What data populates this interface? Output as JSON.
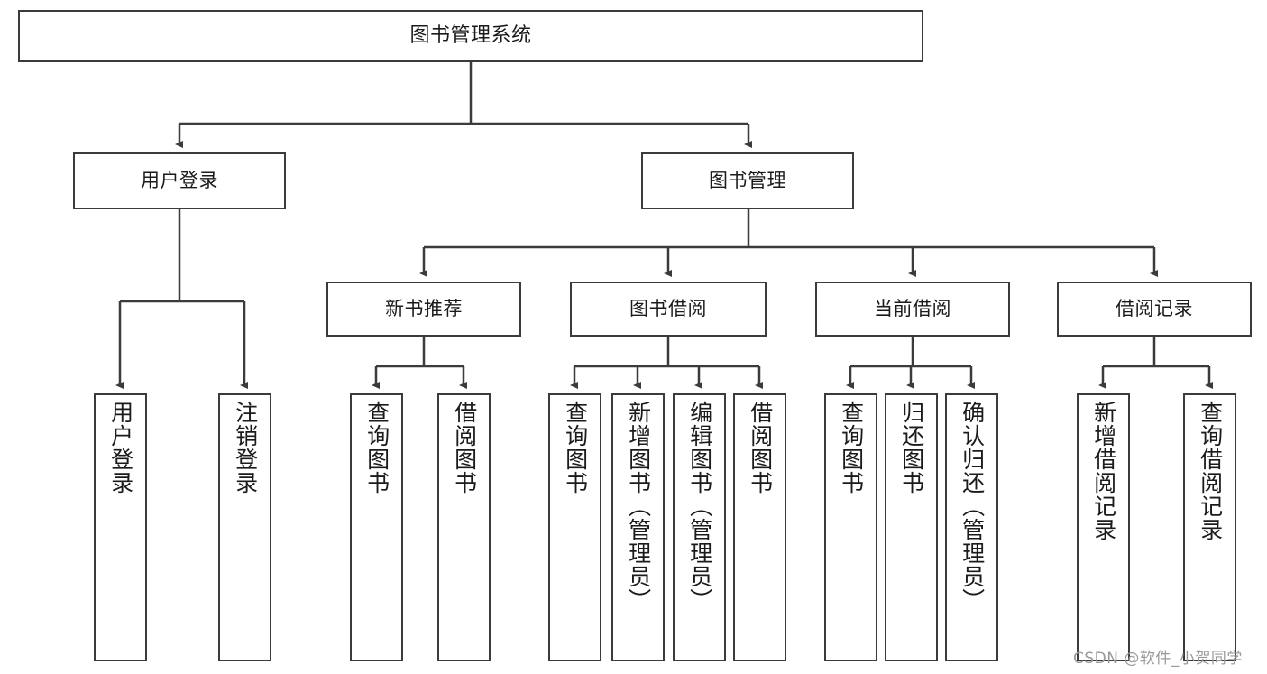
{
  "diagram": {
    "title": "图书管理系统",
    "type": "tree",
    "watermark": "CSDN @软件_小贺同学",
    "colors": {
      "box_border": "#3b3b3b",
      "box_fill": "#ffffff",
      "edge": "#3b3b3b",
      "text": "#1b1b1b",
      "watermark": "#9a9a9a"
    },
    "nodes": {
      "root": {
        "label": "图书管理系统",
        "level": 1,
        "orientation": "horizontal"
      },
      "l2": [
        {
          "id": "user-login",
          "label": "用户登录",
          "level": 2,
          "orientation": "horizontal"
        },
        {
          "id": "book-manage",
          "label": "图书管理",
          "level": 2,
          "orientation": "horizontal"
        }
      ],
      "l3": [
        {
          "id": "new-book-rec",
          "label": "新书推荐",
          "level": 3,
          "orientation": "horizontal"
        },
        {
          "id": "book-borrow",
          "label": "图书借阅",
          "level": 3,
          "orientation": "horizontal"
        },
        {
          "id": "current-borrow",
          "label": "当前借阅",
          "level": 3,
          "orientation": "horizontal"
        },
        {
          "id": "borrow-record",
          "label": "借阅记录",
          "level": 3,
          "orientation": "horizontal"
        }
      ],
      "leaves": [
        {
          "id": "leaf-user-login",
          "label": "用户登录",
          "parent": "user-login",
          "orientation": "vertical"
        },
        {
          "id": "leaf-user-logout",
          "label": "注销登录",
          "parent": "user-login",
          "orientation": "vertical"
        },
        {
          "id": "leaf-query-book-1",
          "label": "查询图书",
          "parent": "new-book-rec",
          "orientation": "vertical"
        },
        {
          "id": "leaf-borrow-book-1",
          "label": "借阅图书",
          "parent": "new-book-rec",
          "orientation": "vertical"
        },
        {
          "id": "leaf-query-book-2",
          "label": "查询图书",
          "parent": "book-borrow",
          "orientation": "vertical"
        },
        {
          "id": "leaf-add-book",
          "label": "新增图书（管理员）",
          "parent": "book-borrow",
          "orientation": "vertical"
        },
        {
          "id": "leaf-edit-book",
          "label": "编辑图书（管理员）",
          "parent": "book-borrow",
          "orientation": "vertical"
        },
        {
          "id": "leaf-borrow-book-2",
          "label": "借阅图书",
          "parent": "book-borrow",
          "orientation": "vertical"
        },
        {
          "id": "leaf-query-book-3",
          "label": "查询图书",
          "parent": "current-borrow",
          "orientation": "vertical"
        },
        {
          "id": "leaf-return-book",
          "label": "归还图书",
          "parent": "current-borrow",
          "orientation": "vertical"
        },
        {
          "id": "leaf-confirm-return",
          "label": "确认归还（管理员）",
          "parent": "current-borrow",
          "orientation": "vertical"
        },
        {
          "id": "leaf-add-record",
          "label": "新增借阅记录",
          "parent": "borrow-record",
          "orientation": "vertical"
        },
        {
          "id": "leaf-query-record",
          "label": "查询借阅记录",
          "parent": "borrow-record",
          "orientation": "vertical"
        }
      ]
    }
  }
}
